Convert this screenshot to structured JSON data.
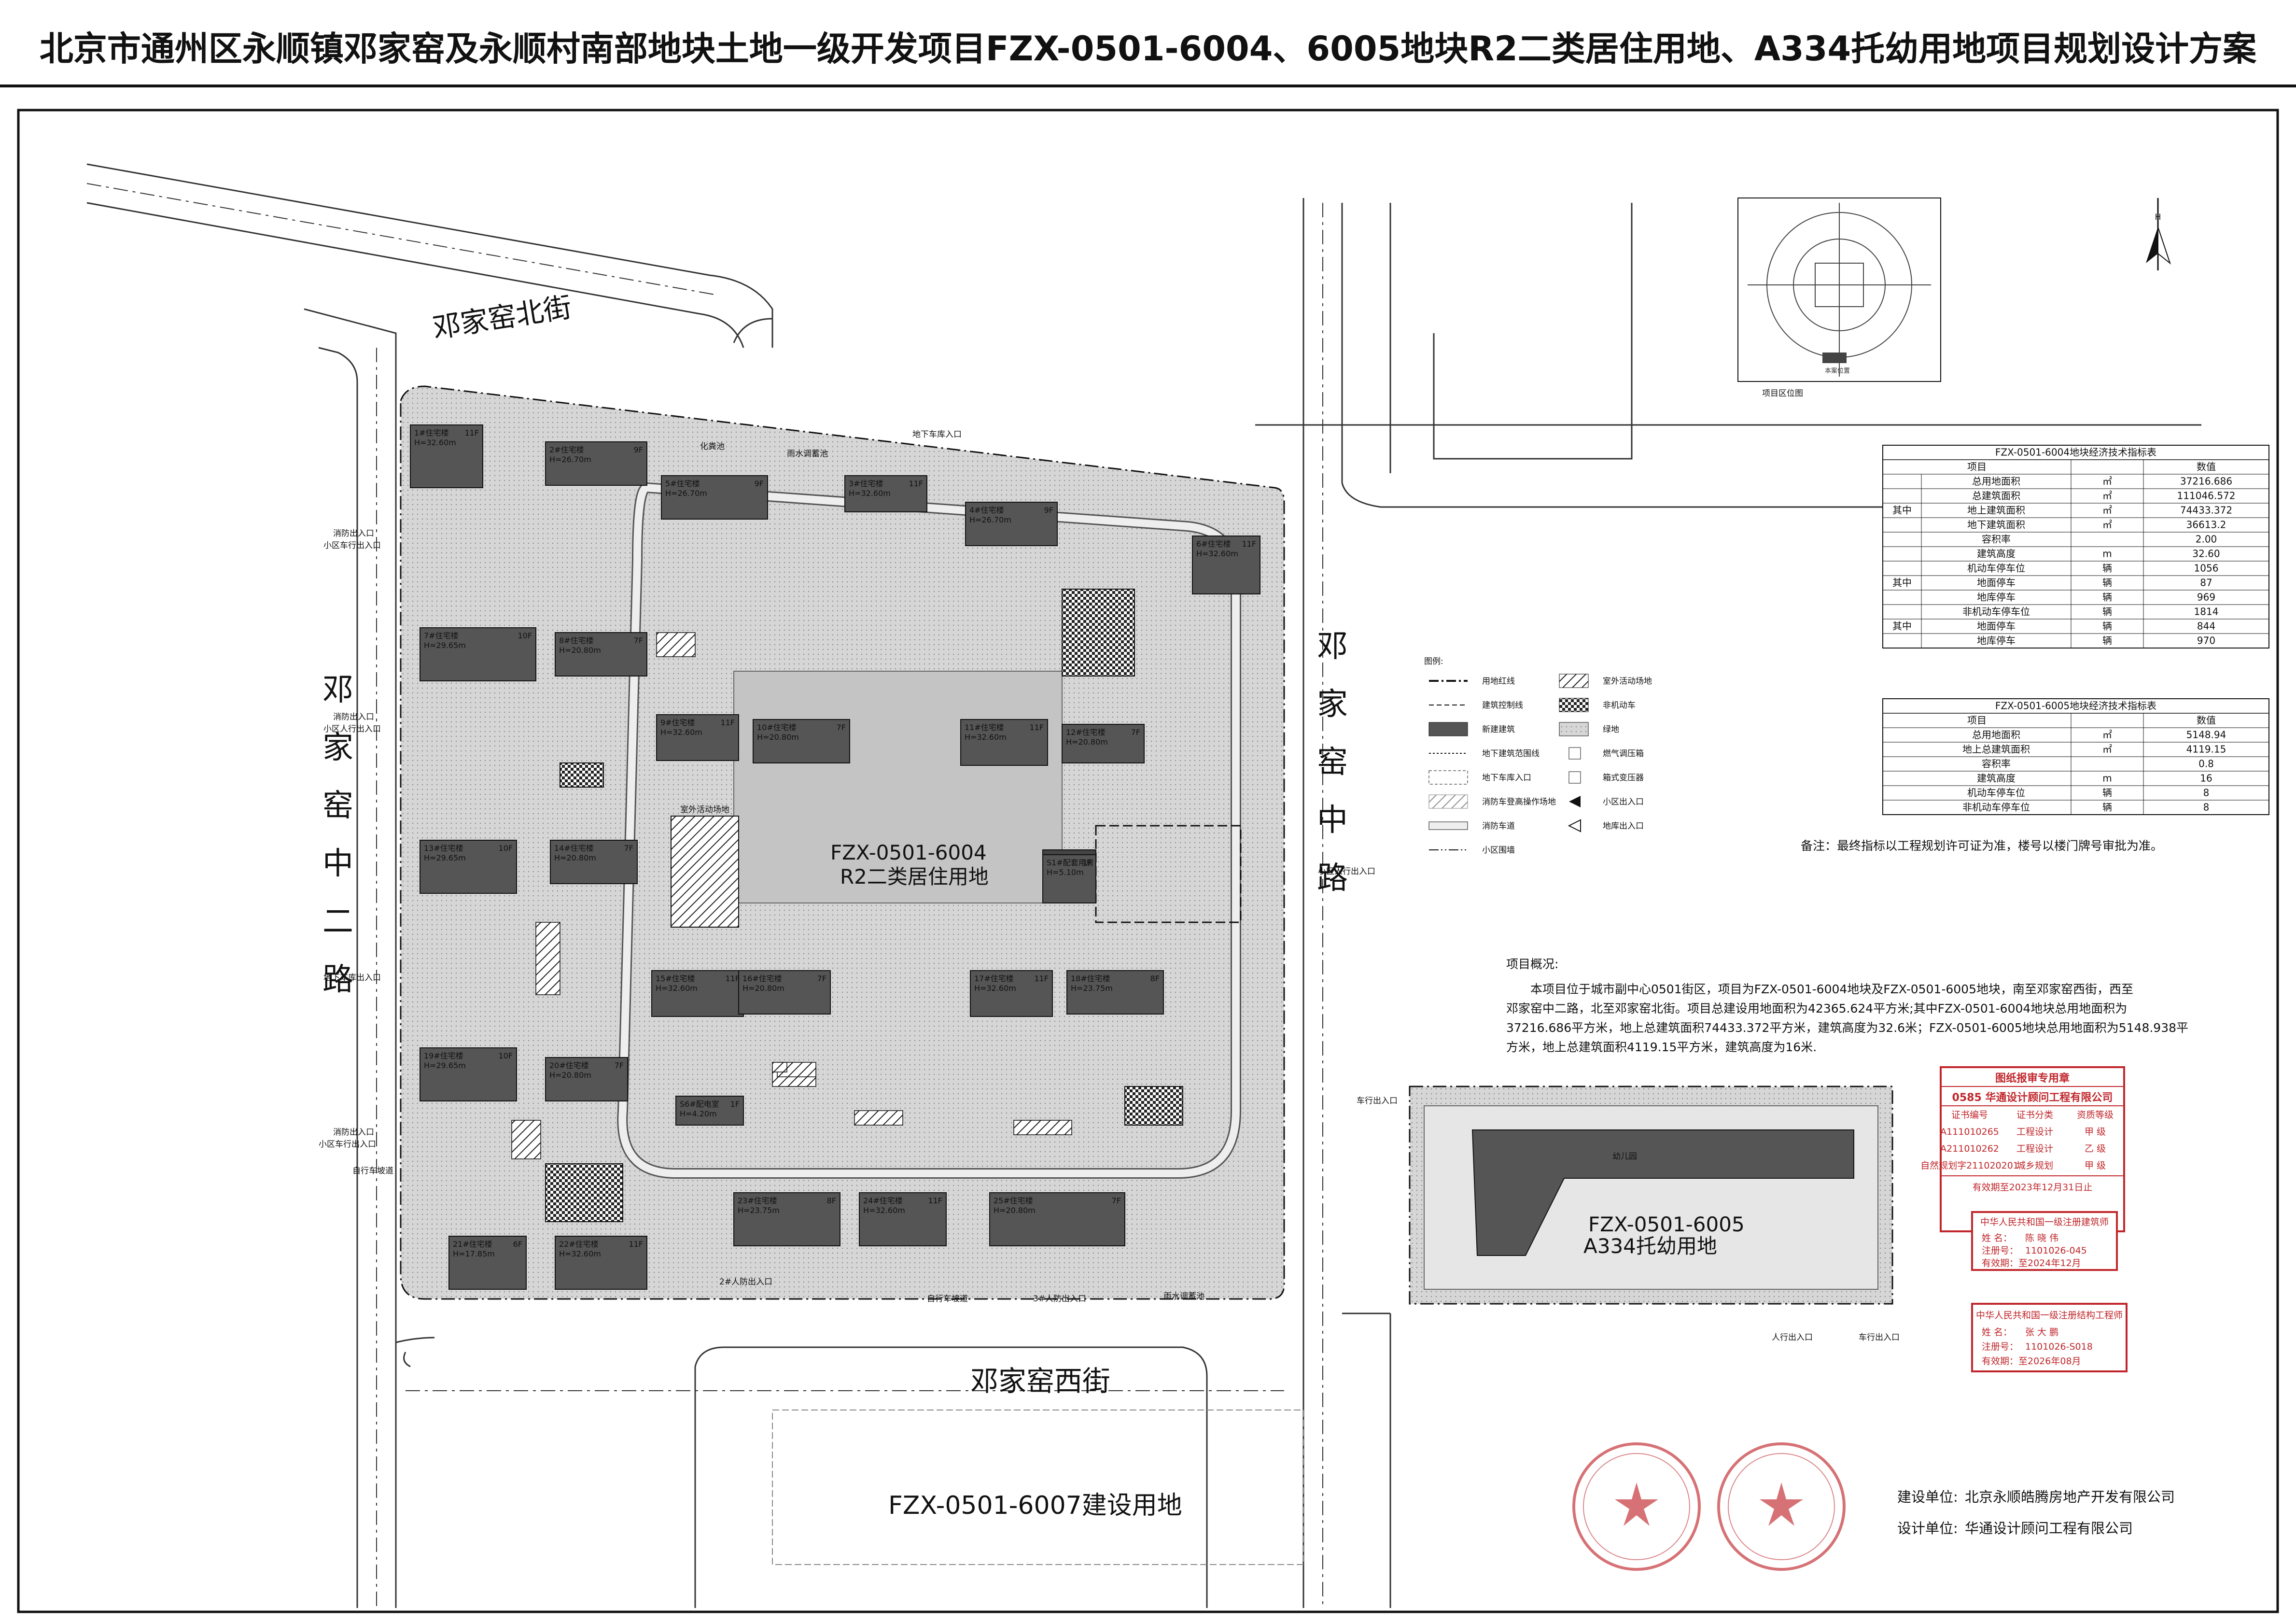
{
  "title": "北京市通州区永顺镇邓家窑及永顺村南部地块土地一级开发项目FZX-0501-6004、6005地块R2二类居住用地、A334托幼用地项目规划设计方案",
  "roads": {
    "north": "邓家窑北街",
    "south": "邓家窑西街",
    "west": [
      "邓",
      "家",
      "窑",
      "中",
      "二",
      "路"
    ],
    "east": [
      "邓",
      "家",
      "窑",
      "中",
      "路"
    ]
  },
  "plots": {
    "main_code": "FZX-0501-6004",
    "main_use": "R2二类居住用地",
    "kinder_code": "FZX-0501-6005",
    "kinder_use": "A334托幼用地",
    "south_label": "FZX-0501-6007建设用地",
    "kinder_building": "幼儿园",
    "outdoor_area": "室外活动场地"
  },
  "entrances": {
    "west": [
      "消防出入口",
      "小区车行出入口",
      "消防出入口",
      "小区人行出入口",
      "地下车库出入口",
      "消防出入口",
      "小区车行出入口",
      "自行车坡道"
    ],
    "north": "地下车库入口",
    "east": [
      "小区人行出入口",
      "车行出入口"
    ],
    "south": [
      "自行车坡道",
      "3#人防出入口",
      "2#人防出入口",
      "雨水调蓄池"
    ],
    "kinder": [
      "人行出入口",
      "车行出入口"
    ],
    "north_misc": [
      "化粪池",
      "雨水调蓄池"
    ]
  },
  "buildings": [
    {
      "name": "1#住宅楼",
      "h": "H=32.60m",
      "f": "11F"
    },
    {
      "name": "2#住宅楼",
      "h": "H=26.70m",
      "f": "9F"
    },
    {
      "name": "3#住宅楼",
      "h": "H=32.60m",
      "f": "11F"
    },
    {
      "name": "4#住宅楼",
      "h": "H=26.70m",
      "f": "9F"
    },
    {
      "name": "5#住宅楼",
      "h": "H=26.70m",
      "f": "9F"
    },
    {
      "name": "6#住宅楼",
      "h": "H=32.60m",
      "f": "11F"
    },
    {
      "name": "7#住宅楼",
      "h": "H=29.65m",
      "f": "10F"
    },
    {
      "name": "8#住宅楼",
      "h": "H=20.80m",
      "f": "7F"
    },
    {
      "name": "9#住宅楼",
      "h": "H=32.60m",
      "f": "11F"
    },
    {
      "name": "10#住宅楼",
      "h": "H=20.80m",
      "f": "7F"
    },
    {
      "name": "11#住宅楼",
      "h": "H=32.60m",
      "f": "11F"
    },
    {
      "name": "12#住宅楼",
      "h": "H=20.80m",
      "f": "7F"
    },
    {
      "name": "13#住宅楼",
      "h": "H=29.65m",
      "f": "10F"
    },
    {
      "name": "14#住宅楼",
      "h": "H=20.80m",
      "f": "7F"
    },
    {
      "name": "15#住宅楼",
      "h": "H=32.60m",
      "f": "11F"
    },
    {
      "name": "16#住宅楼",
      "h": "H=20.80m",
      "f": "7F"
    },
    {
      "name": "17#住宅楼",
      "h": "H=32.60m",
      "f": "11F"
    },
    {
      "name": "18#住宅楼",
      "h": "H=23.75m",
      "f": "8F"
    },
    {
      "name": "19#住宅楼",
      "h": "H=29.65m",
      "f": "10F"
    },
    {
      "name": "20#住宅楼",
      "h": "H=20.80m",
      "f": "7F"
    },
    {
      "name": "21#住宅楼",
      "h": "H=17.85m",
      "f": "6F"
    },
    {
      "name": "22#住宅楼",
      "h": "H=32.60m",
      "f": "11F"
    },
    {
      "name": "23#住宅楼",
      "h": "H=23.75m",
      "f": "8F"
    },
    {
      "name": "24#住宅楼",
      "h": "H=32.60m",
      "f": "11F"
    },
    {
      "name": "25#住宅楼",
      "h": "H=20.80m",
      "f": "7F"
    },
    {
      "name": "S1#配套用房",
      "h": "H=5.10m",
      "f": "1F"
    },
    {
      "name": "S6#配电室",
      "h": "H=4.20m",
      "f": "1F"
    }
  ],
  "table_6004": {
    "title": "FZX-0501-6004地块经济技术指标表",
    "headers": [
      "项目",
      "",
      "数值"
    ],
    "rows": [
      {
        "g": "",
        "item": "总用地面积",
        "unit": "㎡",
        "value": "37216.686"
      },
      {
        "g": "",
        "item": "总建筑面积",
        "unit": "㎡",
        "value": "111046.572"
      },
      {
        "g": "其中",
        "item": "地上建筑面积",
        "unit": "㎡",
        "value": "74433.372"
      },
      {
        "g": "",
        "item": "地下建筑面积",
        "unit": "㎡",
        "value": "36613.2"
      },
      {
        "g": "",
        "item": "容积率",
        "unit": "",
        "value": "2.00"
      },
      {
        "g": "",
        "item": "建筑高度",
        "unit": "m",
        "value": "32.60"
      },
      {
        "g": "",
        "item": "机动车停车位",
        "unit": "辆",
        "value": "1056"
      },
      {
        "g": "其中",
        "item": "地面停车",
        "unit": "辆",
        "value": "87"
      },
      {
        "g": "",
        "item": "地库停车",
        "unit": "辆",
        "value": "969"
      },
      {
        "g": "",
        "item": "非机动车停车位",
        "unit": "辆",
        "value": "1814"
      },
      {
        "g": "其中",
        "item": "地面停车",
        "unit": "辆",
        "value": "844"
      },
      {
        "g": "",
        "item": "地库停车",
        "unit": "辆",
        "value": "970"
      }
    ]
  },
  "table_6005": {
    "title": "FZX-0501-6005地块经济技术指标表",
    "headers": [
      "项目",
      "",
      "数值"
    ],
    "rows": [
      {
        "item": "总用地面积",
        "unit": "㎡",
        "value": "5148.94"
      },
      {
        "item": "地上总建筑面积",
        "unit": "㎡",
        "value": "4119.15"
      },
      {
        "item": "容积率",
        "unit": "",
        "value": "0.8"
      },
      {
        "item": "建筑高度",
        "unit": "m",
        "value": "16"
      },
      {
        "item": "机动车停车位",
        "unit": "辆",
        "value": "8"
      },
      {
        "item": "非机动车停车位",
        "unit": "辆",
        "value": "8"
      }
    ]
  },
  "remark": "备注：最终指标以工程规划许可证为准，楼号以楼门牌号审批为准。",
  "overview": {
    "heading": "项目概况:",
    "lines": [
      "本项目位于城市副中心0501街区，项目为FZX-0501-6004地块及FZX-0501-6005地块，南至邓家窑西街，西至",
      "邓家窑中二路，北至邓家窑北街。项目总建设用地面积为42365.624平方米;其中FZX-0501-6004地块总用地面积为",
      "37216.686平方米，地上总建筑面积74433.372平方米，建筑高度为32.6米；FZX-0501-6005地块总用地面积为5148.938平",
      "方米，地上总建筑面积4119.15平方米，建筑高度为16米."
    ]
  },
  "legend": {
    "title": "图例:",
    "left": [
      "用地红线",
      "建筑控制线",
      "新建建筑",
      "地下建筑范围线",
      "地下车库入口",
      "消防车登高操作场地",
      "消防车道",
      "小区围墙"
    ],
    "right": [
      "室外活动场地",
      "非机动车",
      "绿地",
      "燃气调压箱",
      "箱式变压器",
      "小区出入口",
      "地库出入口"
    ]
  },
  "location_map": {
    "caption": "项目区位图",
    "tag": "本案位置"
  },
  "stamp_plan": {
    "title": "图纸报审专用章",
    "company": "0585 华通设计顾问工程有限公司",
    "headers": [
      "证书编号",
      "证书分类",
      "资质等级"
    ],
    "rows": [
      [
        "A111010265",
        "工程设计",
        "甲 级"
      ],
      [
        "A211010262",
        "工程设计",
        "乙 级"
      ],
      [
        "自然规划字211020201",
        "城乡规划",
        "甲 级"
      ]
    ],
    "valid": "有效期至2023年12月31日止"
  },
  "stamp_arch": {
    "title": "中华人民共和国一级注册建筑师",
    "name_label": "姓 名：",
    "name": "陈 晓 伟",
    "num_label": "注册号：",
    "num": "1101026-045",
    "valid": "有效期：至2024年12月"
  },
  "stamp_struct": {
    "title": "中华人民共和国一级注册结构工程师",
    "name_label": "姓 名：",
    "name": "张 大 鹏",
    "num_label": "注册号：",
    "num": "1101026-S018",
    "valid": "有效期：至2026年08月"
  },
  "signoff": {
    "builder_label": "建设单位:",
    "builder": "北京永顺皓腾房地产开发有限公司",
    "designer_label": "设计单位:",
    "designer": "华通设计顾问工程有限公司"
  },
  "colors": {
    "building": "#555555",
    "site": "#d9d9d9",
    "stamp": "#c0262b"
  }
}
